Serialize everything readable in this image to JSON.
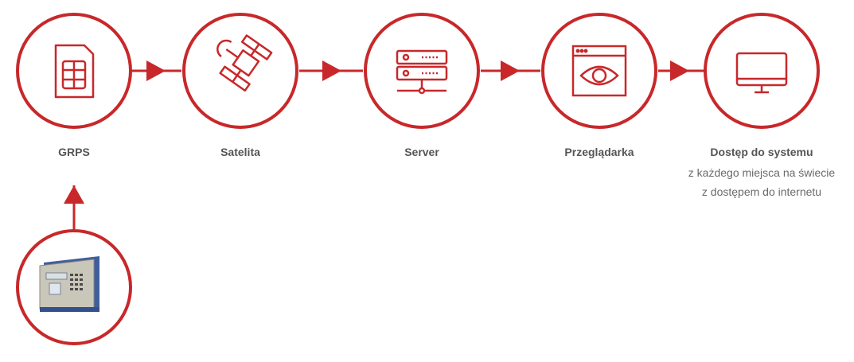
{
  "colors": {
    "accent": "#c8282a",
    "text": "#555555",
    "subtext": "#6a6a6a",
    "device_body": "#c9c6ba",
    "device_frame": "#3f5f9c"
  },
  "nodes": [
    {
      "id": "grps",
      "icon": "sim-card-icon",
      "label": "GRPS"
    },
    {
      "id": "satelita",
      "icon": "satellite-icon",
      "label": "Satelita"
    },
    {
      "id": "server",
      "icon": "server-icon",
      "label": "Server"
    },
    {
      "id": "przegladarka",
      "icon": "browser-eye-icon",
      "label": "Przeglądarka"
    },
    {
      "id": "dostep",
      "icon": "monitor-icon",
      "label": "Dostęp do systemu",
      "sublines": [
        "z każdego miejsca na świecie",
        "z dostępem do internetu"
      ]
    }
  ],
  "device": {
    "icon": "controller-device-icon"
  }
}
